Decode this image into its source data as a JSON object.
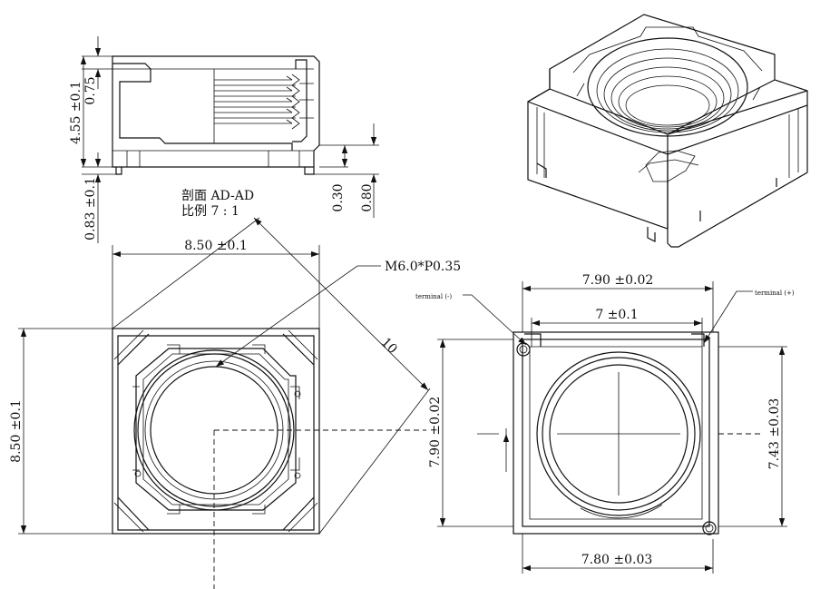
{
  "section": {
    "title": "剖面 AD-AD",
    "scale": "比例 7 : 1",
    "dim_height": "4.55 ±0.1",
    "dim_top": "0.75",
    "dim_bottom": "0.83 ±0.1",
    "dim_pin_gap": "0.30",
    "dim_pin_len": "0.80"
  },
  "top_view": {
    "dim_width": "8.50 ±0.1",
    "dim_height": "8.50 ±0.1",
    "thread_label": "M6.0*P0.35",
    "diag_dim": "10"
  },
  "bottom_view": {
    "dim_outer": "7.90 ±0.02",
    "dim_inner": "7 ±0.1",
    "dim_height": "7.90 ±0.02",
    "dim_right": "7.43 ±0.03",
    "dim_bottom": "7.80 ±0.03",
    "terminal_minus": "terminal (-)",
    "terminal_plus": "terminal (+)"
  }
}
